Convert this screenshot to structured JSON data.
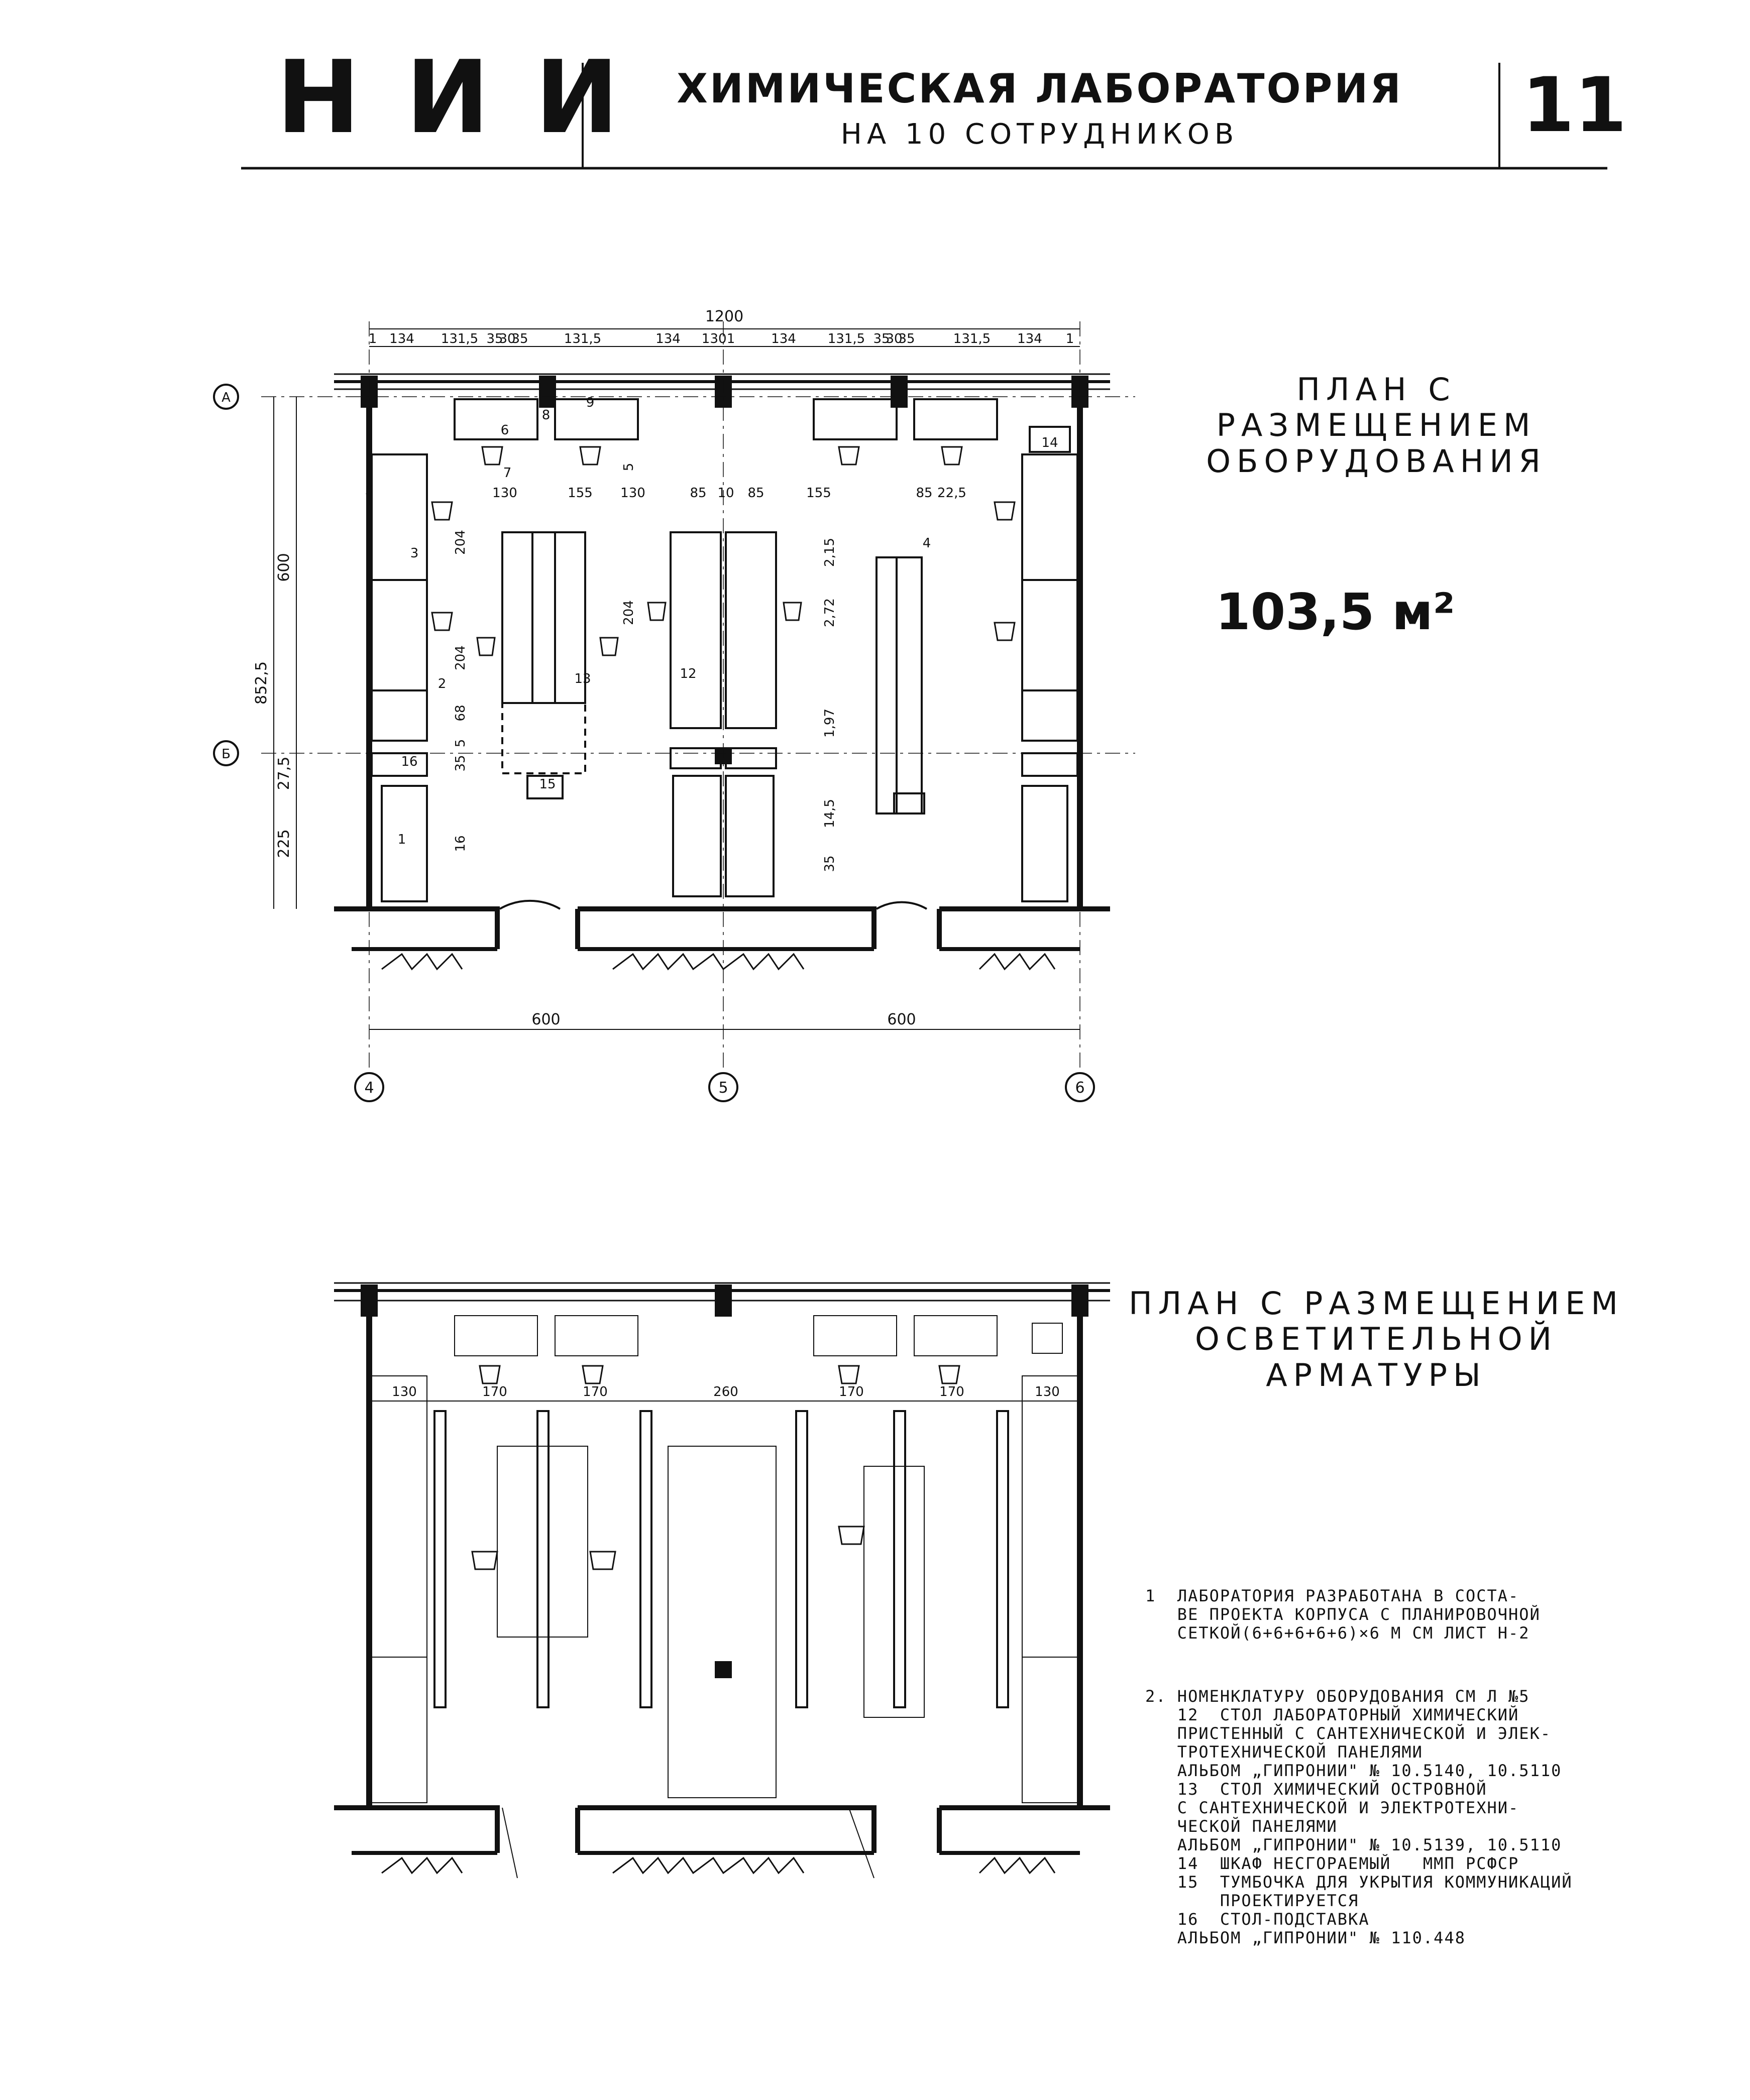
{
  "header": {
    "code": "НИИ",
    "title": "ХИМИЧЕСКАЯ ЛАБОРАТОРИЯ",
    "subtitle": "НА 10 СОТРУДНИКОВ",
    "sheet_number": "11"
  },
  "plan1": {
    "title_line1": "ПЛАН С РАЗМЕЩЕНИЕМ",
    "title_line2": "ОБОРУДОВАНИЯ",
    "area": "103,5 м²",
    "overall_width": "1200",
    "top_dims": [
      "1",
      "134",
      "131,5",
      "35",
      "30",
      "35",
      "131,5",
      "134",
      "1",
      "30",
      "1",
      "134",
      "131,5",
      "35",
      "30",
      "35",
      "131,5",
      "134",
      "1"
    ],
    "bay_dims": [
      "600",
      "600"
    ],
    "axes_columns": [
      "4",
      "5",
      "6"
    ],
    "axes_rows": [
      "А",
      "Б"
    ],
    "left_dims": [
      "600",
      "852,5",
      "27,5",
      "225"
    ],
    "inner_dims": [
      "130",
      "155",
      "130",
      "85",
      "10",
      "85",
      "155",
      "85",
      "22,5",
      "204",
      "204",
      "68",
      "5",
      "35",
      "16",
      "204",
      "5",
      "2,15",
      "2,72",
      "1,97",
      "14,5",
      "35"
    ],
    "equipment_numbers": [
      "1",
      "2",
      "3",
      "4",
      "5",
      "6",
      "7",
      "8",
      "9",
      "12",
      "13",
      "14",
      "15",
      "16"
    ]
  },
  "plan2": {
    "title_line1": "ПЛАН С РАЗМЕЩЕНИЕМ",
    "title_line2": "ОСВЕТИТЕЛЬНОЙ АРМАТУРЫ",
    "spacing_dims": [
      "130",
      "170",
      "170",
      "260",
      "170",
      "170",
      "130"
    ]
  },
  "notes": {
    "note1_num": "1",
    "note1_text": "ЛАБОРАТОРИЯ РАЗРАБОТАНА В СОСТА-\nВЕ ПРОЕКТА КОРПУСА С ПЛАНИРОВОЧНОЙ\nСЕТКОЙ(6+6+6+6+6)×6 М СМ ЛИСТ Н-2",
    "note2_num": "2.",
    "note2_text": "НОМЕНКЛАТУРУ ОБОРУДОВАНИЯ СМ Л №5\n12  СТОЛ ЛАБОРАТОРНЫЙ ХИМИЧЕСКИЙ\nПРИСТЕННЫЙ С САНТЕХНИЧЕСКОЙ И ЭЛЕК-\nТРОТЕХНИЧЕСКОЙ ПАНЕЛЯМИ\nАЛЬБОМ „ГИПРОНИИ\" № 10.5140, 10.5110\n13  СТОЛ ХИМИЧЕСКИЙ ОСТРОВНОЙ\nС САНТЕХНИЧЕСКОЙ И ЭЛЕКТРОТЕХНИ-\nЧЕСКОЙ ПАНЕЛЯМИ\nАЛЬБОМ „ГИПРОНИИ\" № 10.5139, 10.5110\n14  ШКАФ НЕСГОРАЕМЫЙ   ММП РСФСР\n15  ТУМБОЧКА ДЛЯ УКРЫТИЯ КОММУНИКАЦИЙ\n    ПРОЕКТИРУЕТСЯ\n16  СТОЛ-ПОДСТАВКА\nАЛЬБОМ „ГИПРОНИИ\" № 110.448"
  },
  "colors": {
    "ink": "#111111",
    "paper": "#ffffff"
  }
}
